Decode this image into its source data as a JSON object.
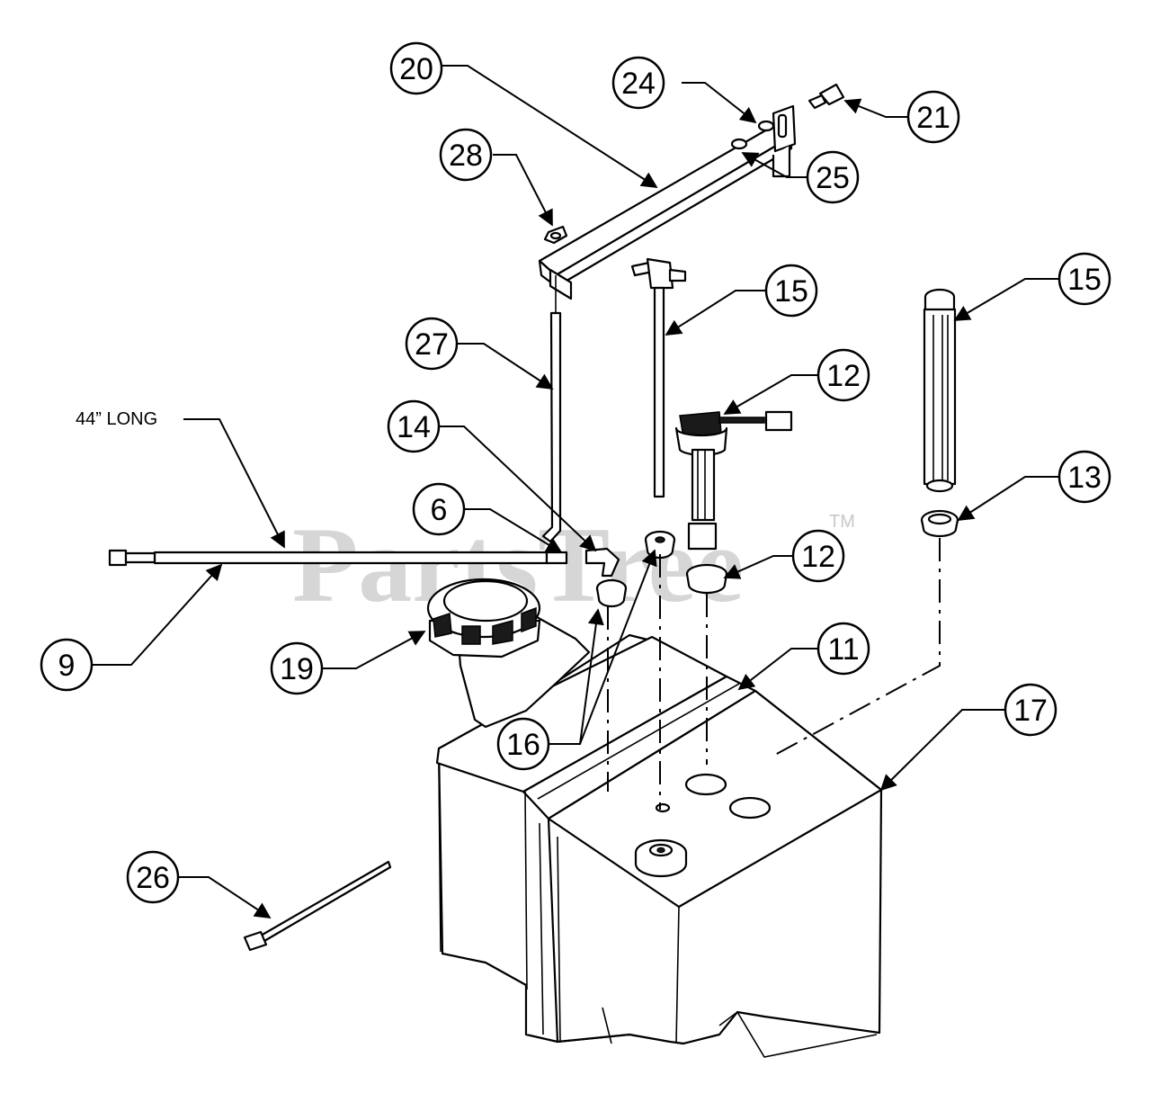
{
  "watermark": {
    "text": "PartsTree",
    "tm": "TM"
  },
  "note": "44” LONG",
  "callouts": {
    "c20": "20",
    "c24": "24",
    "c21": "21",
    "c28": "28",
    "c25": "25",
    "c27": "27",
    "c15a": "15",
    "c15b": "15",
    "c12a": "12",
    "c12b": "12",
    "c14": "14",
    "c13": "13",
    "c6": "6",
    "c9": "9",
    "c19": "19",
    "c11": "11",
    "c17": "17",
    "c16": "16",
    "c26": "26"
  }
}
